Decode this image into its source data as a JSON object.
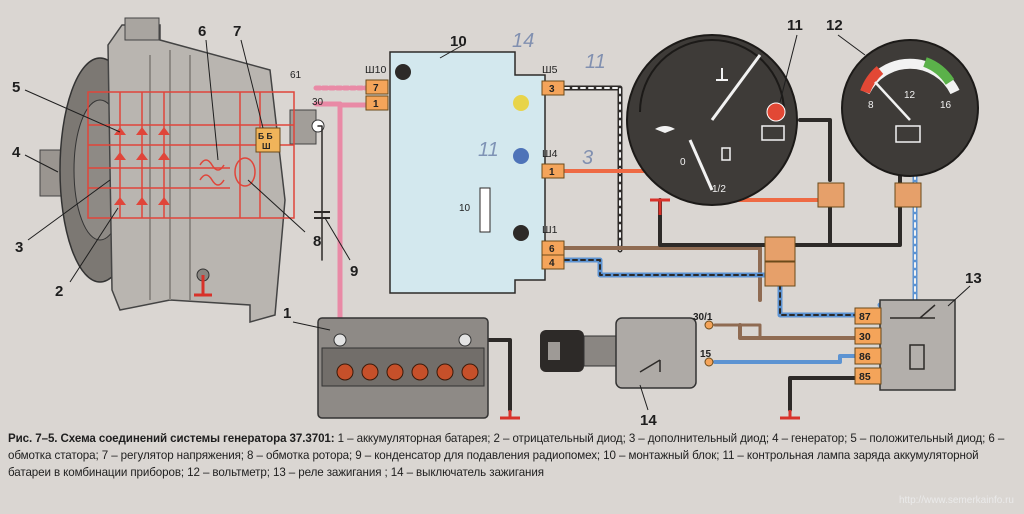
{
  "figure": {
    "caption_title": "Рис. 7–5. Схема соединений системы генератора 37.3701:",
    "caption_body": " 1 – аккумуляторная батарея; 2 – отрицательный диод; 3 – дополнительный диод; 4 – генератор; 5 – положительный диод; 6 – обмотка статора; 7 – регулятор напряжения; 8 – обмотка ротора; 9 – конденсатор для подавления радиопомех; 10 – монтажный блок; 11 – контрольная лампа заряда аккумуляторной батареи в комбинации приборов; 12 – вольтметр; 13 – реле зажигания ; 14 – выключатель зажигания",
    "watermark": "http://www.semerkainfo.ru"
  },
  "callouts": {
    "n1": "1",
    "n2": "2",
    "n3": "3",
    "n4": "4",
    "n5": "5",
    "n6": "6",
    "n7": "7",
    "n8": "8",
    "n9": "9",
    "n10": "10",
    "n11": "11",
    "n12": "12",
    "n13": "13",
    "n14": "14"
  },
  "generator": {
    "terminal_61": "61",
    "terminal_30": "30",
    "regulator_label_top": "Б Б",
    "regulator_label_bottom": "Ш"
  },
  "mounting_block": {
    "connector_w10": "Ш10",
    "connector_w5": "Ш5",
    "connector_w4": "Ш4",
    "connector_w1": "Ш1",
    "pin_7": "7",
    "pin_1": "1",
    "pin_3": "3",
    "pin_1b": "1",
    "pin_6": "6",
    "pin_4": "4",
    "resistor_label": "10",
    "handwritten_14": "14",
    "handwritten_11a": "11",
    "handwritten_11b": "11",
    "handwritten_3": "3"
  },
  "fuel_gauge": {
    "scale_0": "0",
    "scale_half": "1/2"
  },
  "voltmeter": {
    "scale_8": "8",
    "scale_12": "12",
    "scale_16": "16"
  },
  "relay": {
    "pin_87": "87",
    "pin_30": "30",
    "pin_86": "86",
    "pin_85": "85"
  },
  "ignition_switch": {
    "pin_30_1": "30/1",
    "pin_15": "15"
  },
  "colors": {
    "pink": "#e98aa6",
    "orange": "#ee6a44",
    "blue": "#5c93d2",
    "brown": "#8f6b52",
    "black": "#2d2a28",
    "red_ground": "#d8322a",
    "block_fill": "#d3e8ee"
  }
}
